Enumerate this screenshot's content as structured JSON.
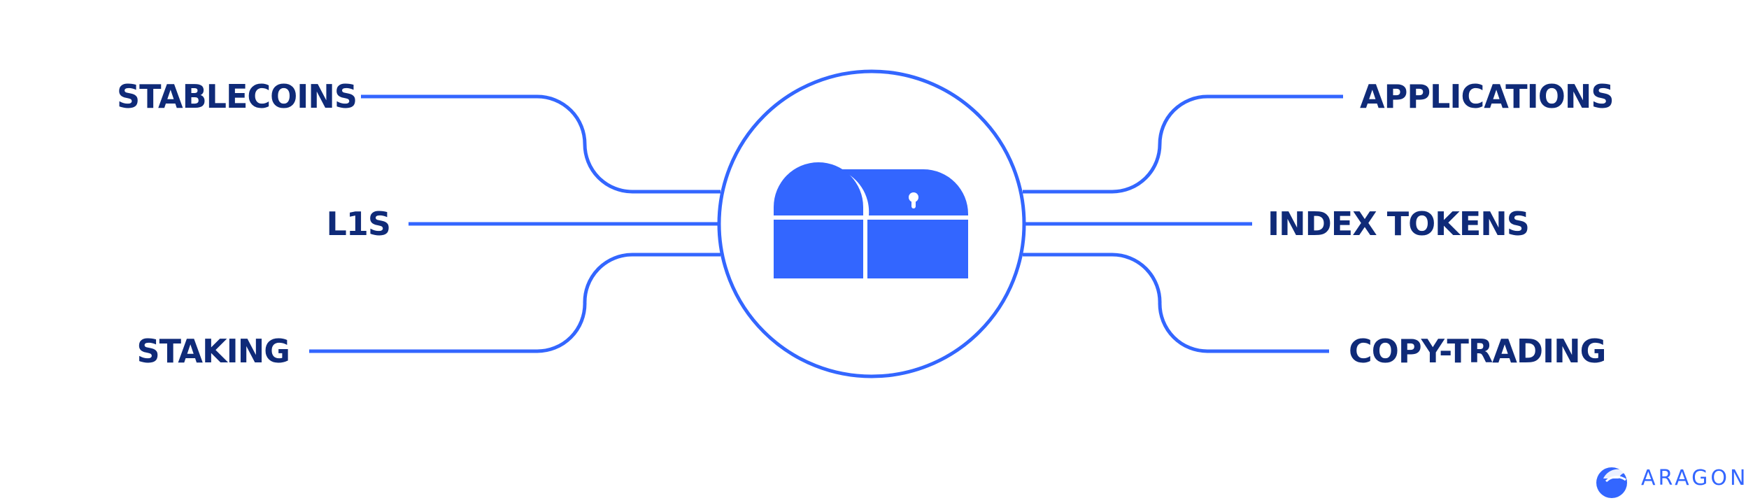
{
  "colors": {
    "line": "#3366ff",
    "text": "#0f2a78",
    "chest": "#3366ff",
    "background": "#ffffff"
  },
  "left_labels": [
    "STABLECOINS",
    "L1S",
    "STAKING"
  ],
  "right_labels": [
    "APPLICATIONS",
    "INDEX TOKENS",
    "COPY-TRADING"
  ],
  "center_icon": "treasure-chest-icon",
  "logo": {
    "icon": "aragon-bird-icon",
    "text": "ARAGON"
  }
}
